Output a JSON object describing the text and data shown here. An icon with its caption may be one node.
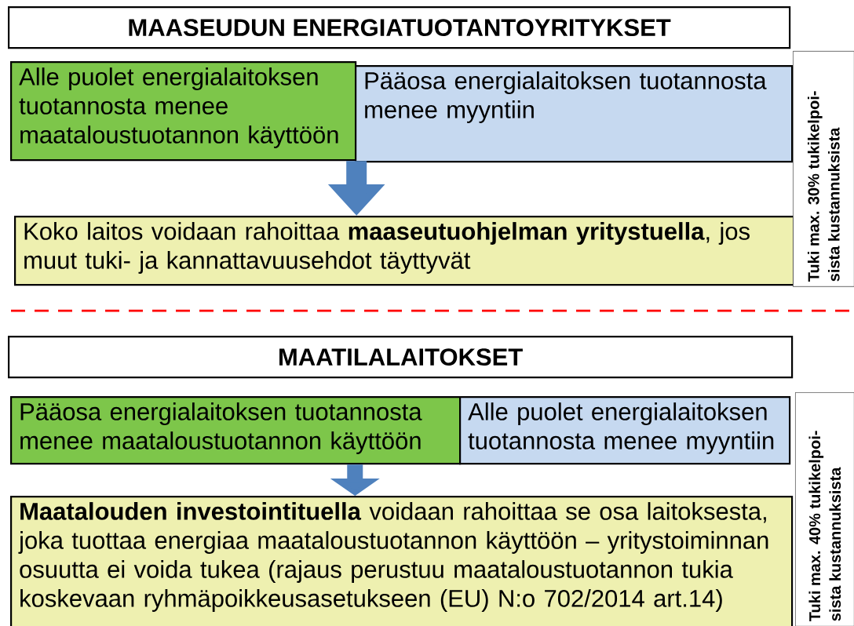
{
  "diagram": {
    "nodes": [
      {
        "text": [
          "MAASEUDUN ENERGIATUOTANTOYRITYKSET"
        ]
      },
      {
        "text": [
          "Alle puolet energialaitoksen tuotannosta menee maataloustuotannon käyttöön"
        ]
      },
      {
        "text": [
          "Pääosa energialaitoksen tuotannosta menee myyntiin"
        ]
      },
      {
        "text": [
          "Koko laitos voidaan rahoittaa **maaseutuohjelman yritystuella**, jos muut tuki- ja kannattavuusehdot täyttyvät"
        ]
      },
      {
        "text": [
          "Tuki max. 30% tukikelpoi- sista kustannuksista"
        ]
      },
      {
        "text": [
          "MAATILALAITOKSET"
        ]
      },
      {
        "text": [
          "Pääosa energialaitoksen tuotannosta menee maataloustuotannon käyttöön"
        ]
      },
      {
        "text": [
          "Alle puolet energialaitoksen tuotannosta menee myyntiin"
        ]
      },
      {
        "text": [
          "**Maatalouden investointituella** voidaan rahoittaa se osa laitoksesta, joka tuottaa energiaa maataloustuotannon käyttöön – yritystoiminnan osuutta ei voida tukea (rajaus perustuu maataloustuotannon tukia koskevaan ryhmäpoikkeusasetukseen (EU) N:o 702/2014 art.14)"
        ]
      },
      {
        "text": [
          "Tuki max. 40% tukikelpoi- sista kustannuksista"
        ]
      }
    ],
    "edges": [
      {
        "from": 1,
        "to": 3,
        "arrow": "to"
      },
      {
        "from": 6,
        "to": 8,
        "arrow": "to"
      }
    ]
  }
}
